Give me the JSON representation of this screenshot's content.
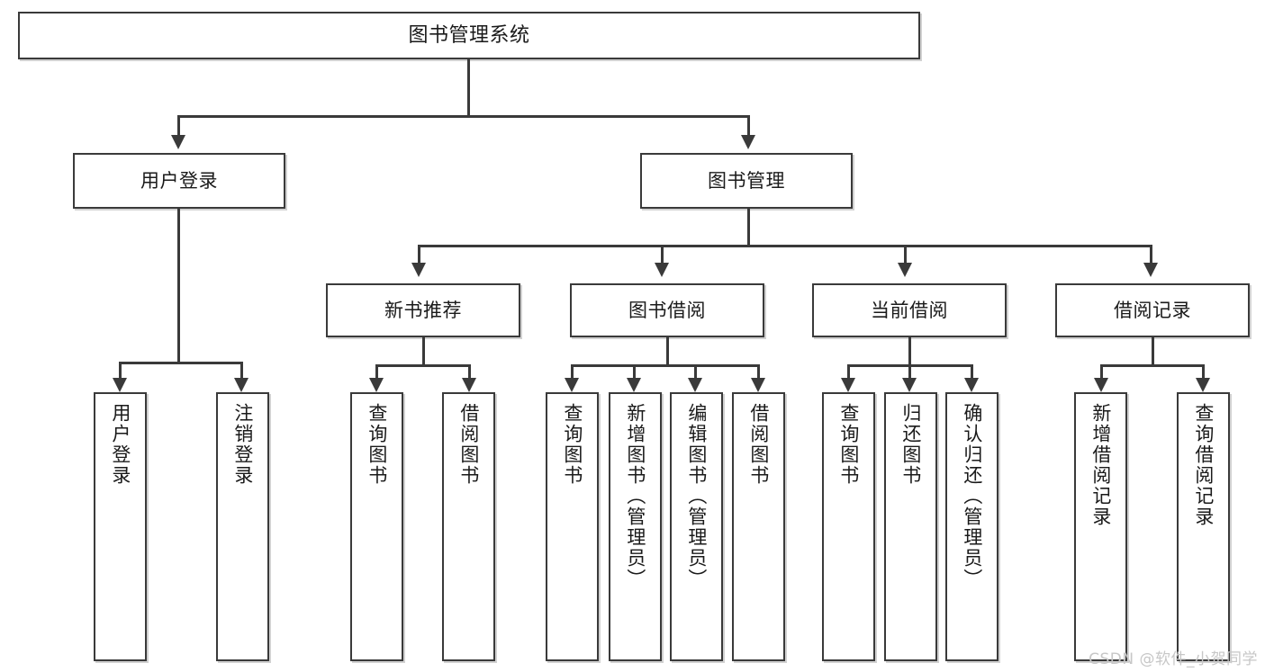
{
  "diagram": {
    "title": "图书管理系统",
    "type": "功能结构图",
    "colors": {
      "stroke": "#3a3a3a",
      "fill": "#ffffff",
      "text": "#1a1a1a",
      "watermark": "#c7c7c7"
    }
  },
  "root": {
    "label": "图书管理系统"
  },
  "level2": [
    {
      "label": "用户登录"
    },
    {
      "label": "图书管理"
    }
  ],
  "level3": [
    {
      "label": "新书推荐"
    },
    {
      "label": "图书借阅"
    },
    {
      "label": "当前借阅"
    },
    {
      "label": "借阅记录"
    }
  ],
  "leaves": {
    "user_login": [
      {
        "label": "用户登录"
      },
      {
        "label": "注销登录"
      }
    ],
    "new_book": [
      {
        "label": "查询图书"
      },
      {
        "label": "借阅图书"
      }
    ],
    "book_borrow": [
      {
        "label": "查询图书"
      },
      {
        "label": "新增图书（管理员）"
      },
      {
        "label": "编辑图书（管理员）"
      },
      {
        "label": "借阅图书"
      }
    ],
    "current_borrow": [
      {
        "label": "查询图书"
      },
      {
        "label": "归还图书"
      },
      {
        "label": "确认归还（管理员）"
      }
    ],
    "borrow_record": [
      {
        "label": "新增借阅记录"
      },
      {
        "label": "查询借阅记录"
      }
    ]
  },
  "watermark": {
    "text": "CSDN @软件_小贺同学"
  }
}
